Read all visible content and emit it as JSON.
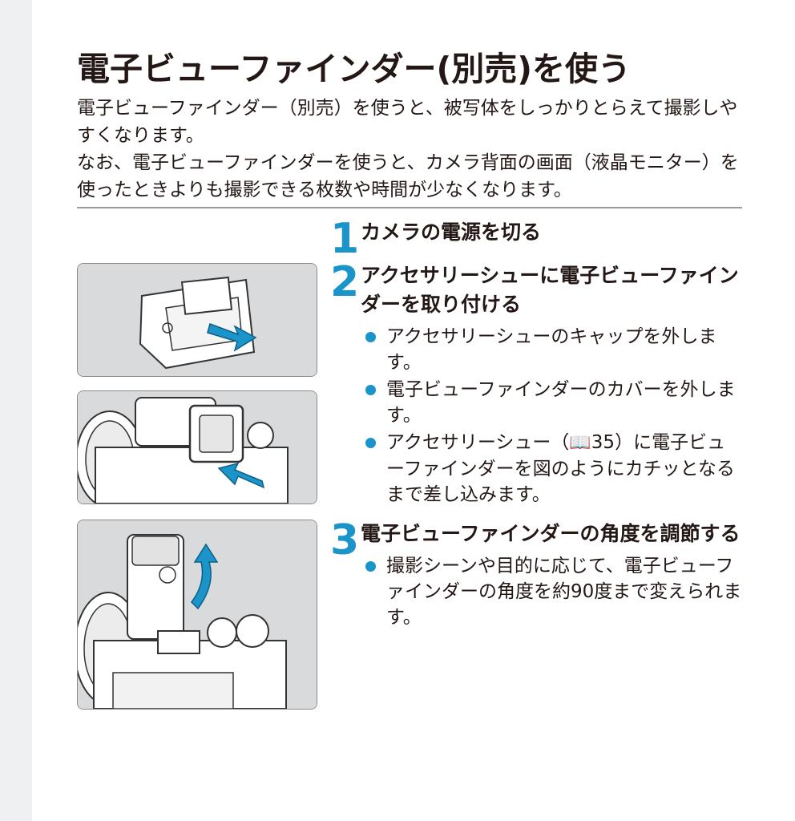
{
  "page": {
    "title": "電子ビューファインダー(別売)を使う",
    "intro": [
      "電子ビューファインダー（別売）を使うと、被写体をしっかりとらえて撮影しやすくなります。",
      "なお、電子ビューファインダーを使うと、カメラ背面の画面（液晶モニター）を使ったときよりも撮影できる枚数や時間が少なくなります。"
    ]
  },
  "steps": [
    {
      "number": "1",
      "title": "カメラの電源を切る",
      "bullets": []
    },
    {
      "number": "2",
      "title": "アクセサリーシューに電子ビューファインダーを取り付ける",
      "bullets": [
        "アクセサリーシューのキャップを外します。",
        "電子ビューファインダーのカバーを外します。"
      ],
      "ref_bullet": {
        "before": "アクセサリーシュー（",
        "icon": "book-icon",
        "page": "35",
        "after": "）に電子ビューファインダーを図のようにカチッとなるまで差し込みます。"
      }
    },
    {
      "number": "3",
      "title": "電子ビューファインダーの角度を調節する",
      "bullets": [
        "撮影シーンや目的に応じて、電子ビューファインダーの角度を約90度まで変えられます。"
      ]
    }
  ],
  "colors": {
    "accent": "#1a94c9",
    "text": "#231815",
    "photo_bg": "#d9dadc",
    "arrow": "#1a94c9"
  }
}
